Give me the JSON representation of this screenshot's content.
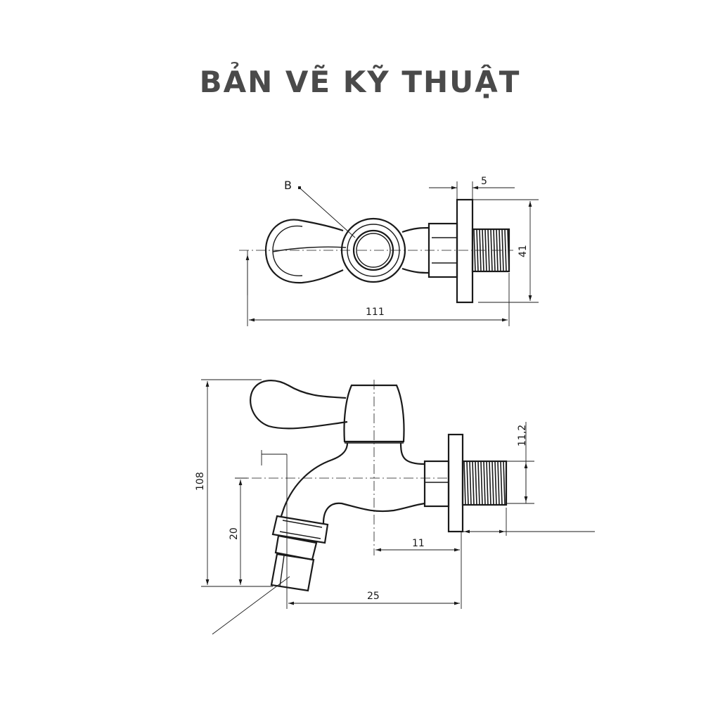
{
  "title": "BẢN VẼ KỸ THUẬT",
  "top_view": {
    "label_b": "B",
    "dim_thickness": "5",
    "dim_height": "41",
    "dim_length": "111"
  },
  "side_view": {
    "dim_total_height": "108",
    "dim_spout_height": "20",
    "dim_thread": "11,2",
    "dim_offset": "11",
    "dim_width": "25"
  }
}
